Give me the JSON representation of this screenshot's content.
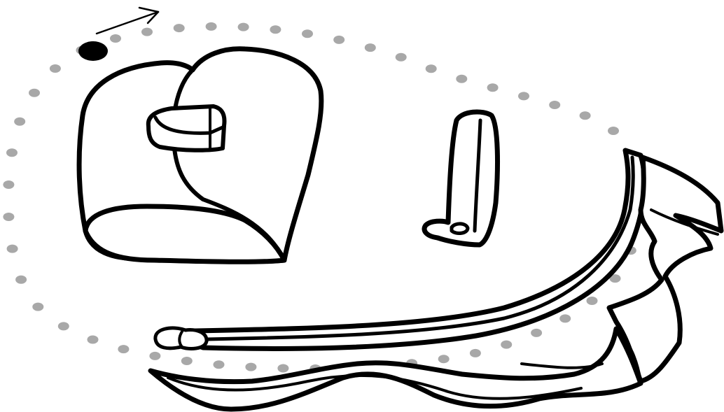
{
  "diagram": {
    "description_free": true,
    "colors": {
      "ink": "#000000",
      "path_dots": "#a8a8a8",
      "background": "#ffffff"
    },
    "elements": [
      "start-dot",
      "direction-arrow",
      "dotted-path",
      "seat-shell",
      "seat-headrest",
      "buckle-tongue",
      "belt-strap"
    ]
  }
}
